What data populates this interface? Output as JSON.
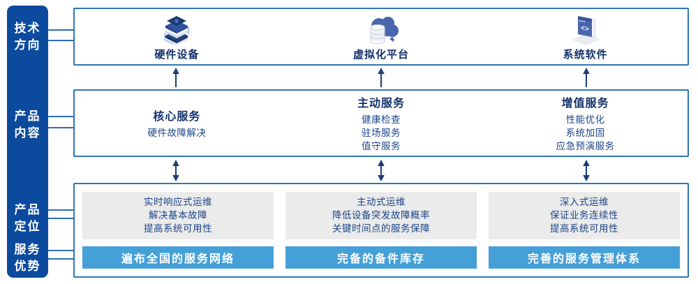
{
  "sidebar": {
    "items": [
      {
        "label": "技术\n方向"
      },
      {
        "label": "产品\n内容"
      },
      {
        "label": "产品\n定位"
      },
      {
        "label": "服务\n优势"
      }
    ]
  },
  "tech_row": {
    "items": [
      {
        "icon": "server-stack-icon",
        "label": "硬件设备"
      },
      {
        "icon": "cloud-database-icon",
        "label": "虚拟化平台"
      },
      {
        "icon": "code-window-icon",
        "label": "系统软件"
      }
    ]
  },
  "service_row": {
    "columns": [
      {
        "title": "核心服务",
        "items": [
          "硬件故障解决",
          "",
          ""
        ]
      },
      {
        "title": "主动服务",
        "items": [
          "健康检查",
          "驻场服务",
          "值守服务"
        ]
      },
      {
        "title": "增值服务",
        "items": [
          "性能优化",
          "系统加固",
          "应急预演服务"
        ]
      }
    ]
  },
  "bottom_row": {
    "columns": [
      {
        "positioning": [
          "实时响应式运维",
          "解决基本故障",
          "提高系统可用性"
        ],
        "advantage": "遍布全国的服务网络"
      },
      {
        "positioning": [
          "主动式运维",
          "降低设备突发故障概率",
          "关键时间点的服务保障"
        ],
        "advantage": "完备的备件库存"
      },
      {
        "positioning": [
          "深入式运维",
          "保证业务连续性",
          "提高系统可用性"
        ],
        "advantage": "完善的服务管理体系"
      }
    ]
  },
  "colors": {
    "sidebar_bg": "#0c4a9e",
    "panel_border": "#2e74b5",
    "arrow": "#1b3a78",
    "title_text": "#13316b",
    "body_text": "#1c4587",
    "gray_box": "#ebebeb",
    "advantage_bar": "#45a0d8"
  }
}
